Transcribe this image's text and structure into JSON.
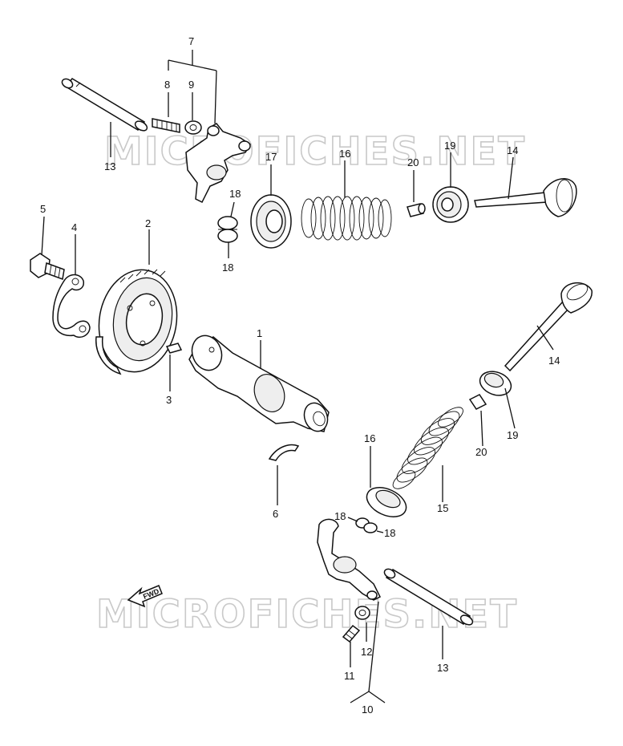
{
  "watermark": {
    "text": "MICROFICHES.NET"
  },
  "fwd_label": "FWD",
  "callouts": [
    {
      "id": "c1",
      "label": "1"
    },
    {
      "id": "c2",
      "label": "2"
    },
    {
      "id": "c3",
      "label": "3"
    },
    {
      "id": "c4",
      "label": "4"
    },
    {
      "id": "c5",
      "label": "5"
    },
    {
      "id": "c6",
      "label": "6"
    },
    {
      "id": "c7",
      "label": "7"
    },
    {
      "id": "c8",
      "label": "8"
    },
    {
      "id": "c9",
      "label": "9"
    },
    {
      "id": "c10",
      "label": "10"
    },
    {
      "id": "c11",
      "label": "11"
    },
    {
      "id": "c12",
      "label": "12"
    },
    {
      "id": "c13a",
      "label": "13"
    },
    {
      "id": "c13b",
      "label": "13"
    },
    {
      "id": "c14",
      "label": "14"
    },
    {
      "id": "c15",
      "label": "15"
    },
    {
      "id": "c16a",
      "label": "16"
    },
    {
      "id": "c16b",
      "label": "16"
    },
    {
      "id": "c17a",
      "label": "17"
    },
    {
      "id": "c17b",
      "label": "17"
    },
    {
      "id": "c18a",
      "label": "18"
    },
    {
      "id": "c18b",
      "label": "18"
    },
    {
      "id": "c18c",
      "label": "18"
    },
    {
      "id": "c18d",
      "label": "18"
    },
    {
      "id": "c19a",
      "label": "19"
    },
    {
      "id": "c19b",
      "label": "19"
    },
    {
      "id": "c20a",
      "label": "20"
    },
    {
      "id": "c20b",
      "label": "20"
    }
  ]
}
